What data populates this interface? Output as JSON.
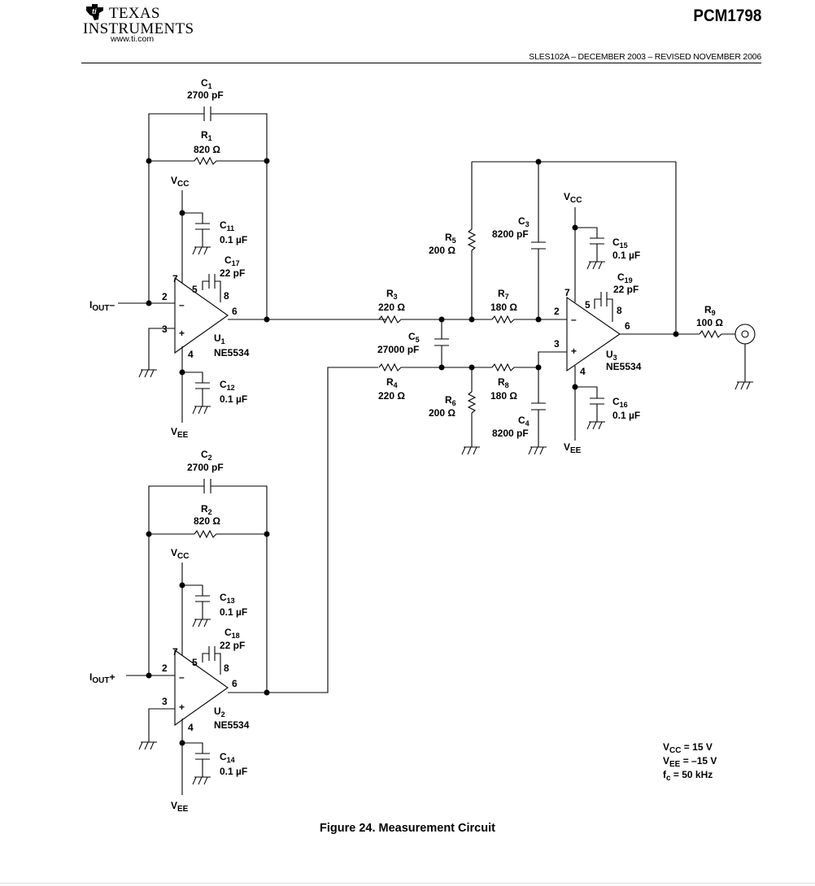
{
  "header": {
    "logo_line1": "TEXAS",
    "logo_line2": "INSTRUMENTS",
    "logo_url": "www.ti.com",
    "part_number": "PCM1798",
    "revision": "SLES102A – DECEMBER 2003 – REVISED NOVEMBER 2006"
  },
  "caption": "Figure 24. Measurement Circuit",
  "components": {
    "C1": {
      "ref": "C",
      "sub": "1",
      "value": "2700 pF"
    },
    "R1": {
      "ref": "R",
      "sub": "1",
      "value": "820 Ω"
    },
    "C11": {
      "ref": "C",
      "sub": "11",
      "value": "0.1 µF"
    },
    "C17": {
      "ref": "C",
      "sub": "17",
      "value": "22 pF"
    },
    "C12": {
      "ref": "C",
      "sub": "12",
      "value": "0.1 µF"
    },
    "U1": {
      "ref": "U",
      "sub": "1",
      "value": "NE5534"
    },
    "C2": {
      "ref": "C",
      "sub": "2",
      "value": "2700 pF"
    },
    "R2": {
      "ref": "R",
      "sub": "2",
      "value": "820 Ω"
    },
    "C13": {
      "ref": "C",
      "sub": "13",
      "value": "0.1 µF"
    },
    "C18": {
      "ref": "C",
      "sub": "18",
      "value": "22 pF"
    },
    "C14": {
      "ref": "C",
      "sub": "14",
      "value": "0.1 µF"
    },
    "U2": {
      "ref": "U",
      "sub": "2",
      "value": "NE5534"
    },
    "R3": {
      "ref": "R",
      "sub": "3",
      "value": "220 Ω"
    },
    "R4": {
      "ref": "R",
      "sub": "4",
      "value": "220 Ω"
    },
    "C5": {
      "ref": "C",
      "sub": "5",
      "value": "27000 pF"
    },
    "R5": {
      "ref": "R",
      "sub": "5",
      "value": "200 Ω"
    },
    "R6": {
      "ref": "R",
      "sub": "6",
      "value": "200 Ω"
    },
    "C3": {
      "ref": "C",
      "sub": "3",
      "value": "8200 pF"
    },
    "C4": {
      "ref": "C",
      "sub": "4",
      "value": "8200 pF"
    },
    "R7": {
      "ref": "R",
      "sub": "7",
      "value": "180 Ω"
    },
    "R8": {
      "ref": "R",
      "sub": "8",
      "value": "180 Ω"
    },
    "C15": {
      "ref": "C",
      "sub": "15",
      "value": "0.1 µF"
    },
    "C19": {
      "ref": "C",
      "sub": "19",
      "value": "22 pF"
    },
    "C16": {
      "ref": "C",
      "sub": "16",
      "value": "0.1 µF"
    },
    "U3": {
      "ref": "U",
      "sub": "3",
      "value": "NE5534"
    },
    "R9": {
      "ref": "R",
      "sub": "9",
      "value": "100 Ω"
    }
  },
  "nets": {
    "iout_minus": {
      "main": "I",
      "sub": "OUT",
      "suffix": "–"
    },
    "iout_plus": {
      "main": "I",
      "sub": "OUT",
      "suffix": "+"
    },
    "vcc": {
      "main": "V",
      "sub": "CC"
    },
    "vee": {
      "main": "V",
      "sub": "EE"
    }
  },
  "pins": {
    "p2": "2",
    "p3": "3",
    "p4": "4",
    "p5": "5",
    "p6": "6",
    "p7": "7",
    "p8": "8",
    "minus": "–",
    "plus": "+"
  },
  "notes": [
    {
      "main": "V",
      "sub": "CC",
      "rest": " = 15 V"
    },
    {
      "main": "V",
      "sub": "EE",
      "rest": " = –15 V"
    },
    {
      "main": "f",
      "sub": "c",
      "rest": " = 50 kHz"
    }
  ]
}
